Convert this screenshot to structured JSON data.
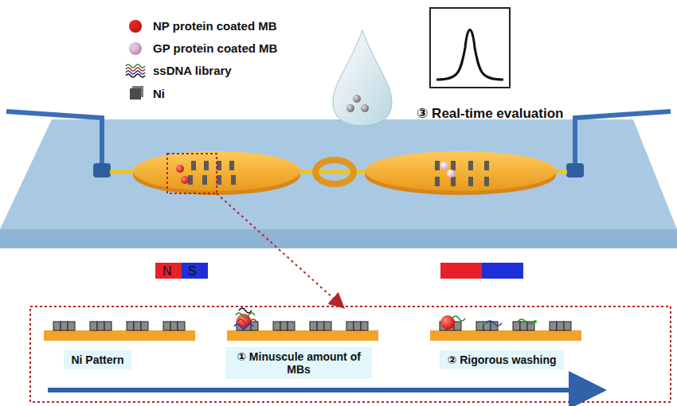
{
  "diagram": {
    "nodes": [
      {
        "text": [
          "Ni Pattern"
        ]
      },
      {
        "text": [
          "① Minuscule amount of MBs"
        ]
      },
      {
        "text": [
          "② Rigorous washing"
        ]
      }
    ],
    "edges": [],
    "labels": [
      "③ Real-time evaluation",
      "N",
      "S"
    ],
    "legend": [
      {
        "text": "NP protein coated MB",
        "color": "#e8231c"
      },
      {
        "text": "GP protein coated MB",
        "color": "#e6c3e8"
      },
      {
        "text": "ssDNA library"
      },
      {
        "text": "Ni",
        "color": "#4a4a4a"
      }
    ]
  }
}
